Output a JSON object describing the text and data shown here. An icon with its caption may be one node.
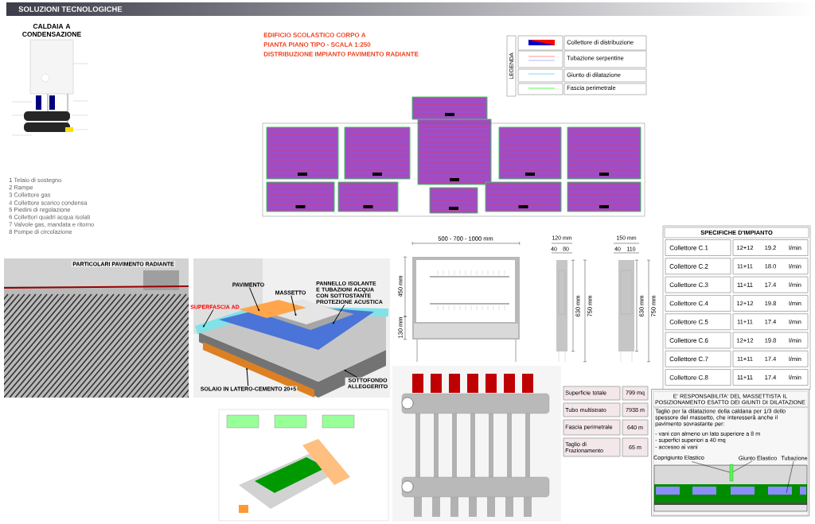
{
  "diagram": {
    "title": "SOLUZIONI TECNOLOGICHE",
    "nodes": [
      {
        "text": [
          "PAVIMENTO"
        ]
      },
      {
        "text": [
          "MASSETTO"
        ]
      },
      {
        "text": [
          "PANNELLO ISOLANTE E TUBAZIONI ACQUA CON SOTTOSTANTE PROTEZIONE ACUSTICA"
        ]
      },
      {
        "text": [
          "SUPERFASCIA AD"
        ]
      },
      {
        "text": [
          "SOLAIO IN LATERO-CEMENTO 20+5"
        ]
      },
      {
        "text": [
          "SOTTOFONDO ALLEGGERITO"
        ]
      },
      {
        "text": [
          "E' RESPONSABILITA' DEL MASSETTISTA IL POSIZIONAMENTO ESATTO DEI GIUNTI DI DILATAZIONE",
          "Taglio per la dilatazione della caldana per 1/3 dello spessore del massetto, che interesserà anche il pavimento sovrastante per:",
          "- vani con almeno un lato superiore a 8 m",
          "- superfici superiori a 40 mq",
          "- accesso ai vani"
        ]
      },
      {
        "text": [
          "Coprigiunto Elastico"
        ],
        "in": 6
      },
      {
        "text": [
          "Giunto Elastico"
        ],
        "in": 6
      },
      {
        "text": [
          "Tubazione"
        ],
        "in": 6
      },
      {
        "text": [],
        "shape": "bar",
        "in": 6
      }
    ],
    "edges": [
      {
        "from": 0,
        "to": null,
        "arrow": "to"
      },
      {
        "from": 1,
        "to": null,
        "arrow": "to"
      },
      {
        "from": 2,
        "to": null,
        "arrow": "to"
      },
      {
        "from": 3,
        "to": null,
        "arrow": "to"
      },
      {
        "from": 4,
        "to": null,
        "arrow": "to"
      },
      {
        "from": 5,
        "to": null,
        "arrow": "to"
      },
      {
        "from": 7,
        "to": 10,
        "arrow": "none"
      },
      {
        "from": 8,
        "to": 10,
        "arrow": "none"
      },
      {
        "from": 9,
        "to": null,
        "arrow": "none"
      }
    ],
    "labels": [
      "CALDAIA A CONDENSAZIONE",
      "1 Telaio di sostegno",
      "2 Rampe",
      "3 Collettore gas",
      "4 Collettore scarico condensa",
      "5 Piedini di regolazione",
      "6 Collettori quadri acqua isolati",
      "7 Valvole gas, mandata e ritorno",
      "8 Pompe di circolazione",
      "EDIFICIO SCOLASTICO CORPO A",
      "PIANTA PIANO TIPO - SCALA 1:250",
      "DISTRIBUZIONE IMPIANTO PAVIMENTO RADIANTE",
      "LEGENDA",
      "PARTICOLARI PAVIMENTO RADIANTE",
      "500 - 700 - 1000 mm",
      "450 mm",
      "130 mm",
      "120 mm",
      "40",
      "80",
      "630 mm",
      "750 mm",
      "150 mm",
      "40",
      "110",
      "630 mm",
      "750 mm",
      "SPECIFICHE D'IMPIANTO",
      "Collettore C.1",
      "12+12",
      "19.2",
      "l/min",
      "Collettore C.2",
      "11+11",
      "18.0",
      "l/min",
      "Collettore C.3",
      "11+11",
      "17.4",
      "l/min",
      "Collettore C.4",
      "12+12",
      "19.8",
      "l/min",
      "Collettore C.5",
      "11+11",
      "17.4",
      "l/min",
      "Collettore C.6",
      "12+12",
      "19.8",
      "l/min",
      "Collettore C.7",
      "11+11",
      "17.4",
      "l/min",
      "Collettore C.8",
      "11+11",
      "17.4",
      "l/min",
      "Superficie totale",
      "799 mq",
      "Tubo multistrato",
      "7938 m",
      "Fascia perimetrale",
      "640 m",
      "Taglio di Frazionamento",
      "65 m"
    ],
    "legend": [
      {
        "text": "Collettore di distribuzione"
      },
      {
        "text": "Tubazione serpentine"
      },
      {
        "text": "Giunto di dilatazione"
      },
      {
        "text": "Fascia perimetrale"
      }
    ]
  }
}
